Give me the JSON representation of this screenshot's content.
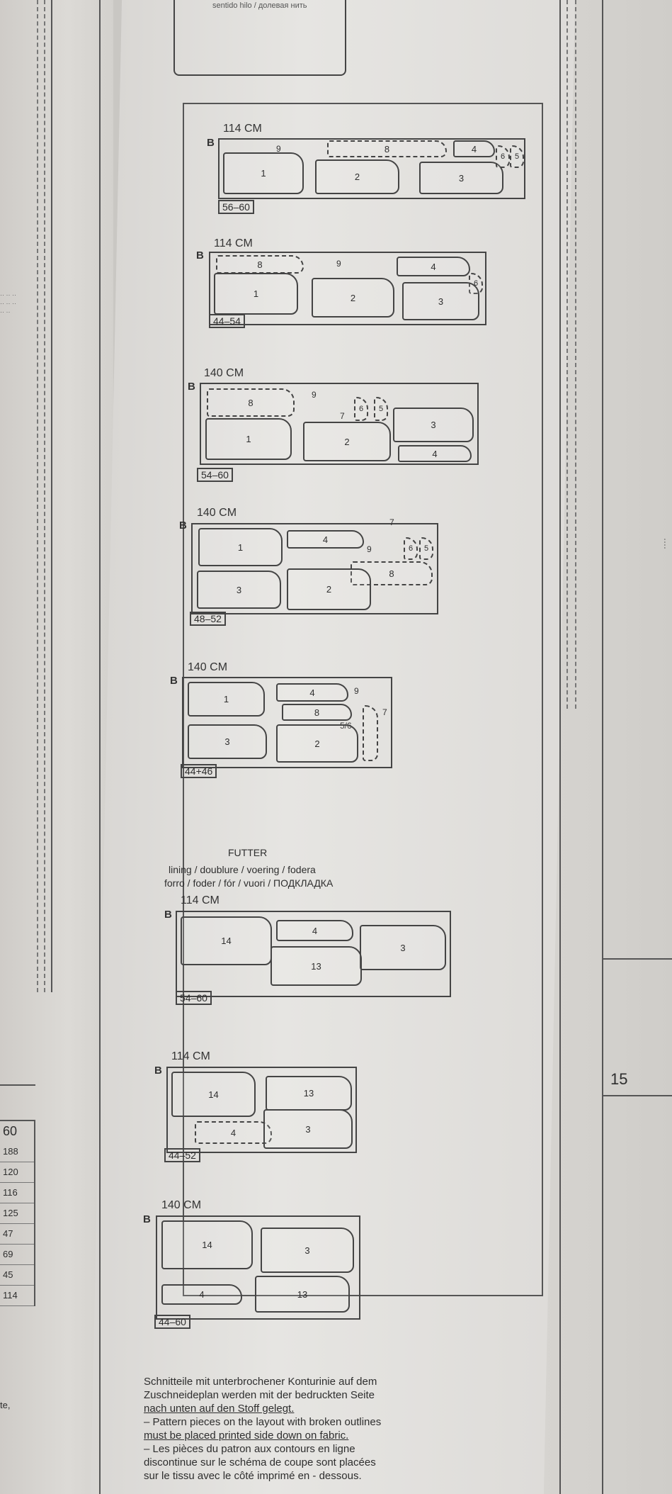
{
  "top_box": {
    "text": "sentido hilo / долевая нить"
  },
  "main_layouts": [
    {
      "width": "114 CM",
      "b": "B",
      "size": "56–60",
      "pieces": [
        "9",
        "8",
        "4",
        "6",
        "5",
        "1",
        "2",
        "3"
      ]
    },
    {
      "width": "114 CM",
      "b": "B",
      "size": "44–54",
      "pieces": [
        "8",
        "9",
        "4",
        "6",
        "1",
        "2",
        "3"
      ]
    },
    {
      "width": "140 CM",
      "b": "B",
      "size": "54–60",
      "pieces": [
        "8",
        "9",
        "7",
        "6",
        "5",
        "3",
        "1",
        "2",
        "4"
      ]
    },
    {
      "width": "140 CM",
      "b": "B",
      "size": "48–52",
      "pieces": [
        "4",
        "7",
        "9",
        "6",
        "5",
        "1",
        "8",
        "3",
        "2"
      ]
    },
    {
      "width": "140 CM",
      "b": "B",
      "size": "44+46",
      "pieces": [
        "4",
        "9",
        "1",
        "8",
        "7",
        "5/6",
        "3",
        "2"
      ]
    }
  ],
  "lining": {
    "heading": "FUTTER",
    "languages_line1": "lining / doublure / voering / fodera",
    "languages_line2": "forro / foder / fór / vuori / ПОДКЛАДКА"
  },
  "lining_layouts": [
    {
      "width": "114 CM",
      "b": "B",
      "size": "54–60",
      "pieces": [
        "14",
        "4",
        "3",
        "13"
      ]
    },
    {
      "width": "114 CM",
      "b": "B",
      "size": "44–52",
      "pieces": [
        "14",
        "13",
        "4",
        "3"
      ]
    },
    {
      "width": "140 CM",
      "b": "B",
      "size": "44–60",
      "pieces": [
        "14",
        "3",
        "4",
        "13"
      ]
    }
  ],
  "notes": [
    "Schnitteile mit unterbrochener Konturinie auf dem",
    "Zuschneideplan werden mit der bedruckten Seite",
    "nach unten auf den Stoff gelegt.",
    "– Pattern pieces on the layout with broken outlines",
    "must be placed printed side down on fabric.",
    "– Les pièces du patron aux contours en ligne",
    "discontinue sur le schéma de coupe sont placées",
    "sur le tissu avec le côté imprimé en - dessous."
  ],
  "side_table": {
    "head": "60",
    "values": [
      "188",
      "120",
      "116",
      "125",
      "47",
      "69",
      "45",
      "114"
    ]
  },
  "page_number": "15",
  "side_text": "te,",
  "colors": {
    "paper": "#e6e5e2",
    "ink": "#2e2e2e"
  }
}
